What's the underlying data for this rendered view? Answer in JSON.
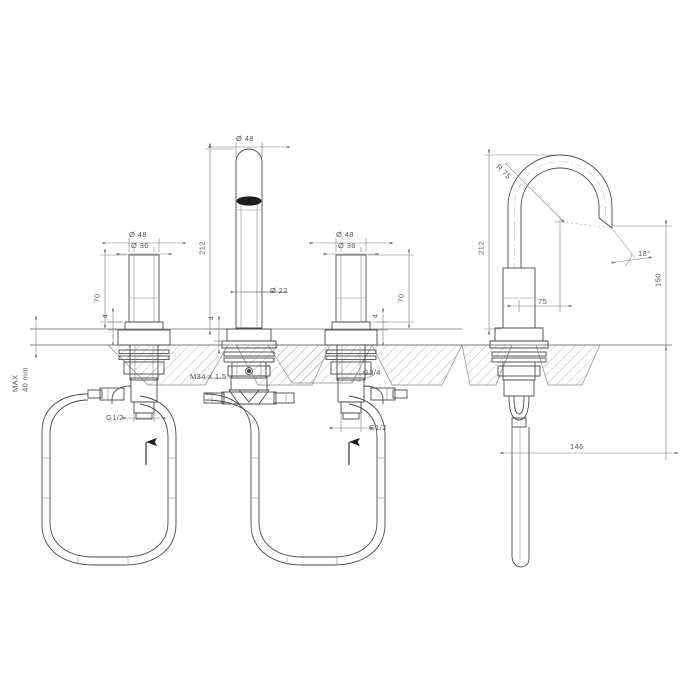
{
  "drawing": {
    "type": "technical-dimension-drawing",
    "subject": "3-hole deck-mounted basin mixer tap with two handles, central spout and flexible supply hoses",
    "background_color": "#ffffff",
    "line_color": "#4a4a4a",
    "hatch_color": "#8a8a8a",
    "dimension_color": "#707070",
    "views": [
      {
        "name": "front-view",
        "label": ""
      },
      {
        "name": "side-view",
        "label": ""
      }
    ]
  },
  "labels": {
    "spout_diameter_top": "Ø  48",
    "spout_height": "212",
    "spout_tube_diameter": "Ø  22",
    "left_handle_outer_diameter": "Ø  48",
    "left_handle_inner_diameter": "Ø  36",
    "left_handle_height": "70",
    "left_handle_base_height": "4",
    "right_handle_outer_diameter": "Ø  48",
    "right_handle_inner_diameter": "Ø  36",
    "right_handle_height": "70",
    "right_handle_base_height": "4",
    "spout_base_height": "4",
    "max_thickness": "MAX",
    "max_thickness_units": "40 mm",
    "spout_thread": "M34 x 1.5",
    "right_valve_thread": "G3/4",
    "left_hose_thread": "G1/2",
    "right_hose_thread": "G1/2",
    "side_radius": "R 75",
    "side_height": "212",
    "side_offset": "75",
    "side_angle": "18°",
    "side_outlet_height": "150",
    "side_hose_length": "146"
  },
  "colors": {
    "line": "#4a4a4a",
    "thin_line": "#6e6e6e",
    "dimension": "#7a7a7a",
    "hatch": "#8f8f8f",
    "accent_dark": "#1c1c1c",
    "background": "#ffffff"
  }
}
